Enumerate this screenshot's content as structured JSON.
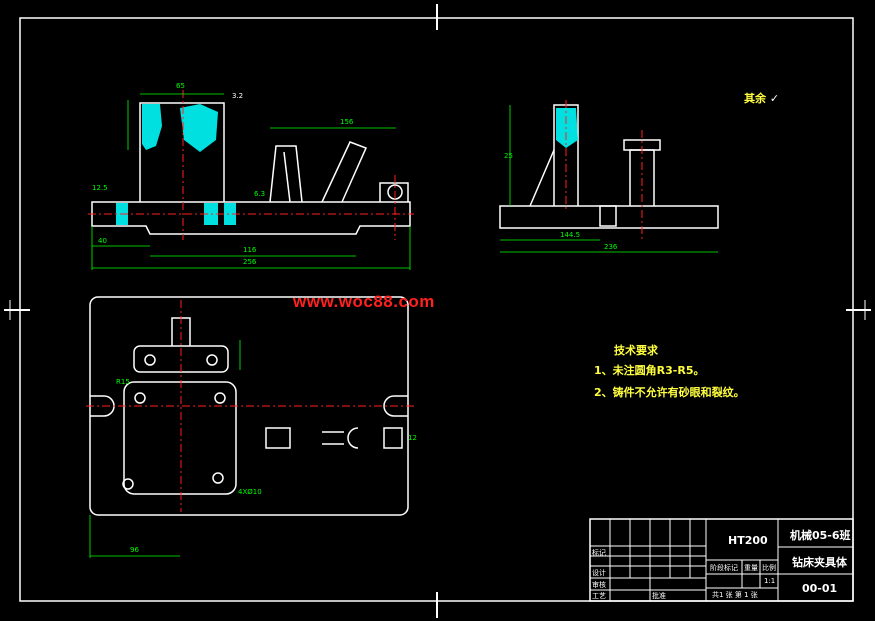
{
  "watermark": "www.woc88.com",
  "roughness_note": "其余",
  "tech_req": {
    "title": "技术要求",
    "item1": "1、未注圆角R3-R5。",
    "item2": "2、铸件不允许有砂眼和裂纹。"
  },
  "title_block": {
    "material": "HT200",
    "class": "机械05-6班",
    "part_name": "钻床夹具体",
    "drawing_no": "00-01",
    "scale": "1:1",
    "labels": {
      "mark": "标记",
      "design": "设计",
      "check": "审核",
      "craft": "工艺",
      "stage": "阶段标记",
      "weight": "重量",
      "ratio": "比例",
      "sheet": "共1 张 第 1 张",
      "approve": "批准"
    }
  },
  "dims": {
    "d1": "65",
    "d2": "156",
    "d3": "40",
    "d4": "116",
    "d5": "256",
    "d6": "96",
    "d7": "144.5",
    "d8": "236",
    "d9": "12.5",
    "d10": "6.3",
    "d11": "R15",
    "d12": "12",
    "d13": "4XØ10",
    "d14": "25",
    "d15": "3.2"
  },
  "colors": {
    "background": "#000000",
    "outline": "#ffffff",
    "dimension": "#00ff00",
    "centerline": "#ff2020",
    "hatch": "#00e0e0",
    "text": "#ffff40"
  }
}
